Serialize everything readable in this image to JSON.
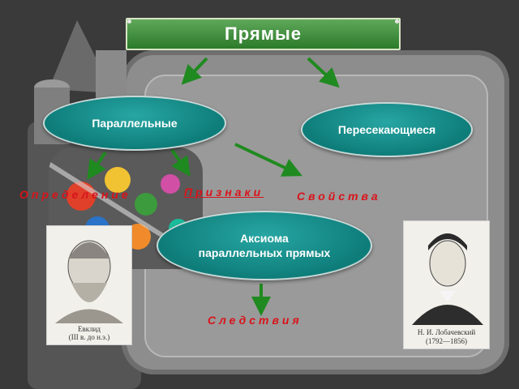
{
  "title": "Прямые",
  "nodes": {
    "parallel": "Параллельные",
    "intersecting": "Пересекающиеся",
    "axiom": "Аксиома\nпараллельных  прямых"
  },
  "labels": {
    "definitions": "Определение",
    "signs": "Признаки",
    "properties": "Свойства",
    "consequences": "Следствия"
  },
  "portraits": {
    "euclid_caption_line1": "Евклид",
    "euclid_caption_line2": "(III в. до н.э.)",
    "lobachevsky_caption_line1": "Н. И. Лобачевский",
    "lobachevsky_caption_line2": "(1792—1856)"
  },
  "colors": {
    "node": "#0e7d7a",
    "title": "#2c7a2b",
    "arrow": "#1f8a1f",
    "label": "#d8141a"
  }
}
